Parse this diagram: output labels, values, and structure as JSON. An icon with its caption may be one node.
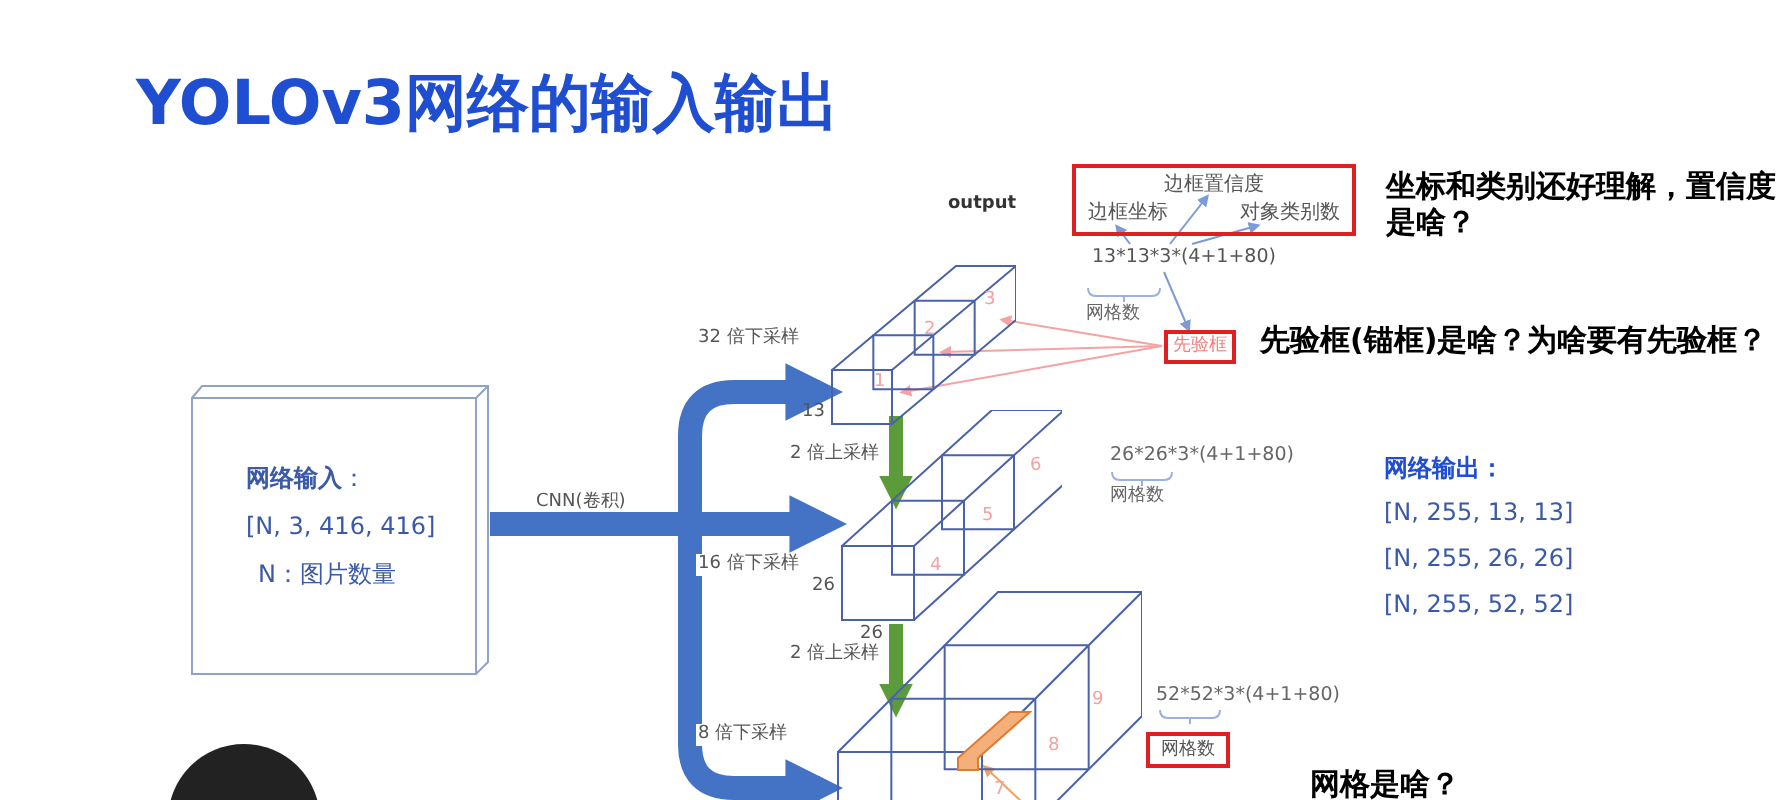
{
  "diagram": {
    "title": "YOLOv3网络的输入输出",
    "nodes": [
      {
        "text": [
          "**网络输入**：",
          "[N, 3, 416, 416]",
          "N：图片数量"
        ]
      },
      {
        "text": [],
        "shape": "box",
        "beside": [
          "output",
          "13"
        ]
      },
      {
        "text": [],
        "shape": "box",
        "beside": [
          "26",
          "26"
        ]
      },
      {
        "text": [],
        "shape": "box"
      },
      {
        "text": [],
        "shape": "bar",
        "in": 3
      },
      {
        "text": [],
        "shape": "box"
      },
      {
        "text": [
          "边框置信度"
        ],
        "in": 5
      },
      {
        "text": [
          "边框坐标"
        ],
        "in": 5
      },
      {
        "text": [
          "对象类别数"
        ],
        "in": 5
      },
      {
        "text": [
          "13*13*3*(4+1+80)"
        ]
      },
      {
        "text": [
          "先验框"
        ],
        "beside": [
          "先验框(锚框)是啥？为啥要有先验框？"
        ]
      },
      {
        "text": [
          "网格数"
        ],
        "beside": [
          "52*52*3*(4+1+80)"
        ]
      }
    ],
    "edges": [
      {
        "from": 0,
        "to": 1,
        "arrow": "to",
        "label": "32 倍下采样",
        "style": "thick",
        "color": "#4472c4"
      },
      {
        "from": 0,
        "to": 2,
        "arrow": "to",
        "label": "16 倍下采样",
        "style": "thick",
        "color": "#4472c4"
      },
      {
        "from": 0,
        "to": 3,
        "arrow": "to",
        "label": "8 倍下采样",
        "style": "thick",
        "color": "#4472c4"
      },
      {
        "from": 1,
        "to": 2,
        "arrow": "to",
        "label": "2 倍上采样",
        "style": "thick",
        "color": "#5b9b3a"
      },
      {
        "from": 2,
        "to": 3,
        "arrow": "to",
        "label": "2 倍上采样",
        "style": "thick",
        "color": "#5b9b3a"
      },
      {
        "from": 9,
        "to": 7,
        "arrow": "to"
      },
      {
        "from": 9,
        "to": 6,
        "arrow": "to"
      },
      {
        "from": 9,
        "to": 8,
        "arrow": "to"
      },
      {
        "from": 9,
        "to": 10,
        "arrow": "to"
      },
      {
        "from": 10,
        "to": 1,
        "arrow": "to",
        "color": "#f4a3a3"
      },
      {
        "from": 10,
        "to": 1,
        "arrow": "to",
        "color": "#f4a3a3"
      },
      {
        "from": 10,
        "to": 1,
        "arrow": "to",
        "color": "#f4a3a3"
      },
      {
        "from": null,
        "to": 4,
        "arrow": "to",
        "color": "#f0a060"
      }
    ],
    "labels": [
      "1",
      "2",
      "3",
      "网格数",
      "坐标和类别还好理解，置信度是啥？",
      "CNN(卷积)",
      "26*26*3*(4+1+80)",
      "网格数",
      "4",
      "5",
      "6",
      "网络输出：",
      "[N, 255, 13, 13]",
      "[N, 255, 26, 26]",
      "[N, 255, 52, 52]",
      "9",
      "8",
      "7",
      "网格是啥？"
    ]
  }
}
